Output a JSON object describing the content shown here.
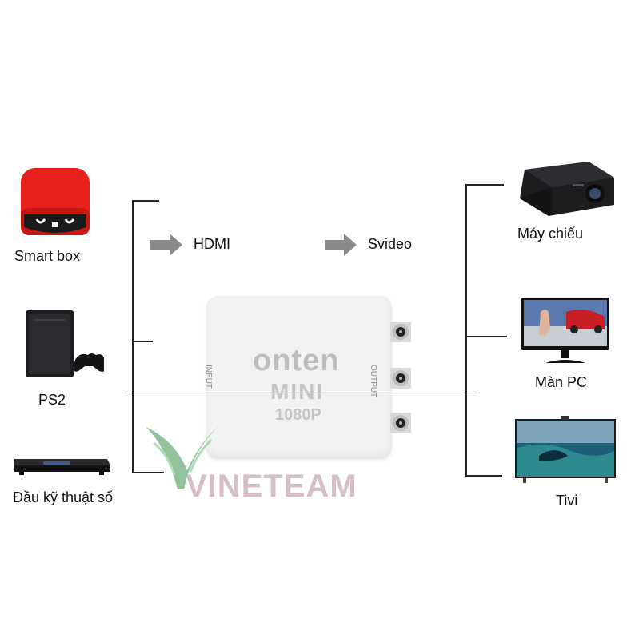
{
  "inputs": [
    {
      "label": "Smart box",
      "icon": "smart-box-icon"
    },
    {
      "label": "PS2",
      "icon": "ps2-console-icon"
    },
    {
      "label": "Đầu kỹ thuật số",
      "icon": "digital-receiver-icon"
    }
  ],
  "outputs": [
    {
      "label": "Máy chiếu",
      "icon": "projector-icon"
    },
    {
      "label": "Màn PC",
      "icon": "pc-monitor-icon"
    },
    {
      "label": "Tivi",
      "icon": "tv-icon"
    }
  ],
  "signals": {
    "input_label": "HDMI",
    "output_label": "Svideo"
  },
  "device": {
    "brand": "onten",
    "model": "MINI",
    "resolution": "1080P",
    "input_port_label": "INPUT",
    "output_port_label": "OUTPUT"
  },
  "watermark": "VINETEAM",
  "colors": {
    "smart_box_red": "#e8201c",
    "arrow_gray": "#8a8a8a",
    "device_white": "#f2f2f2",
    "watermark_green": "#4a9a5a",
    "watermark_text": "#c9a9b4"
  }
}
